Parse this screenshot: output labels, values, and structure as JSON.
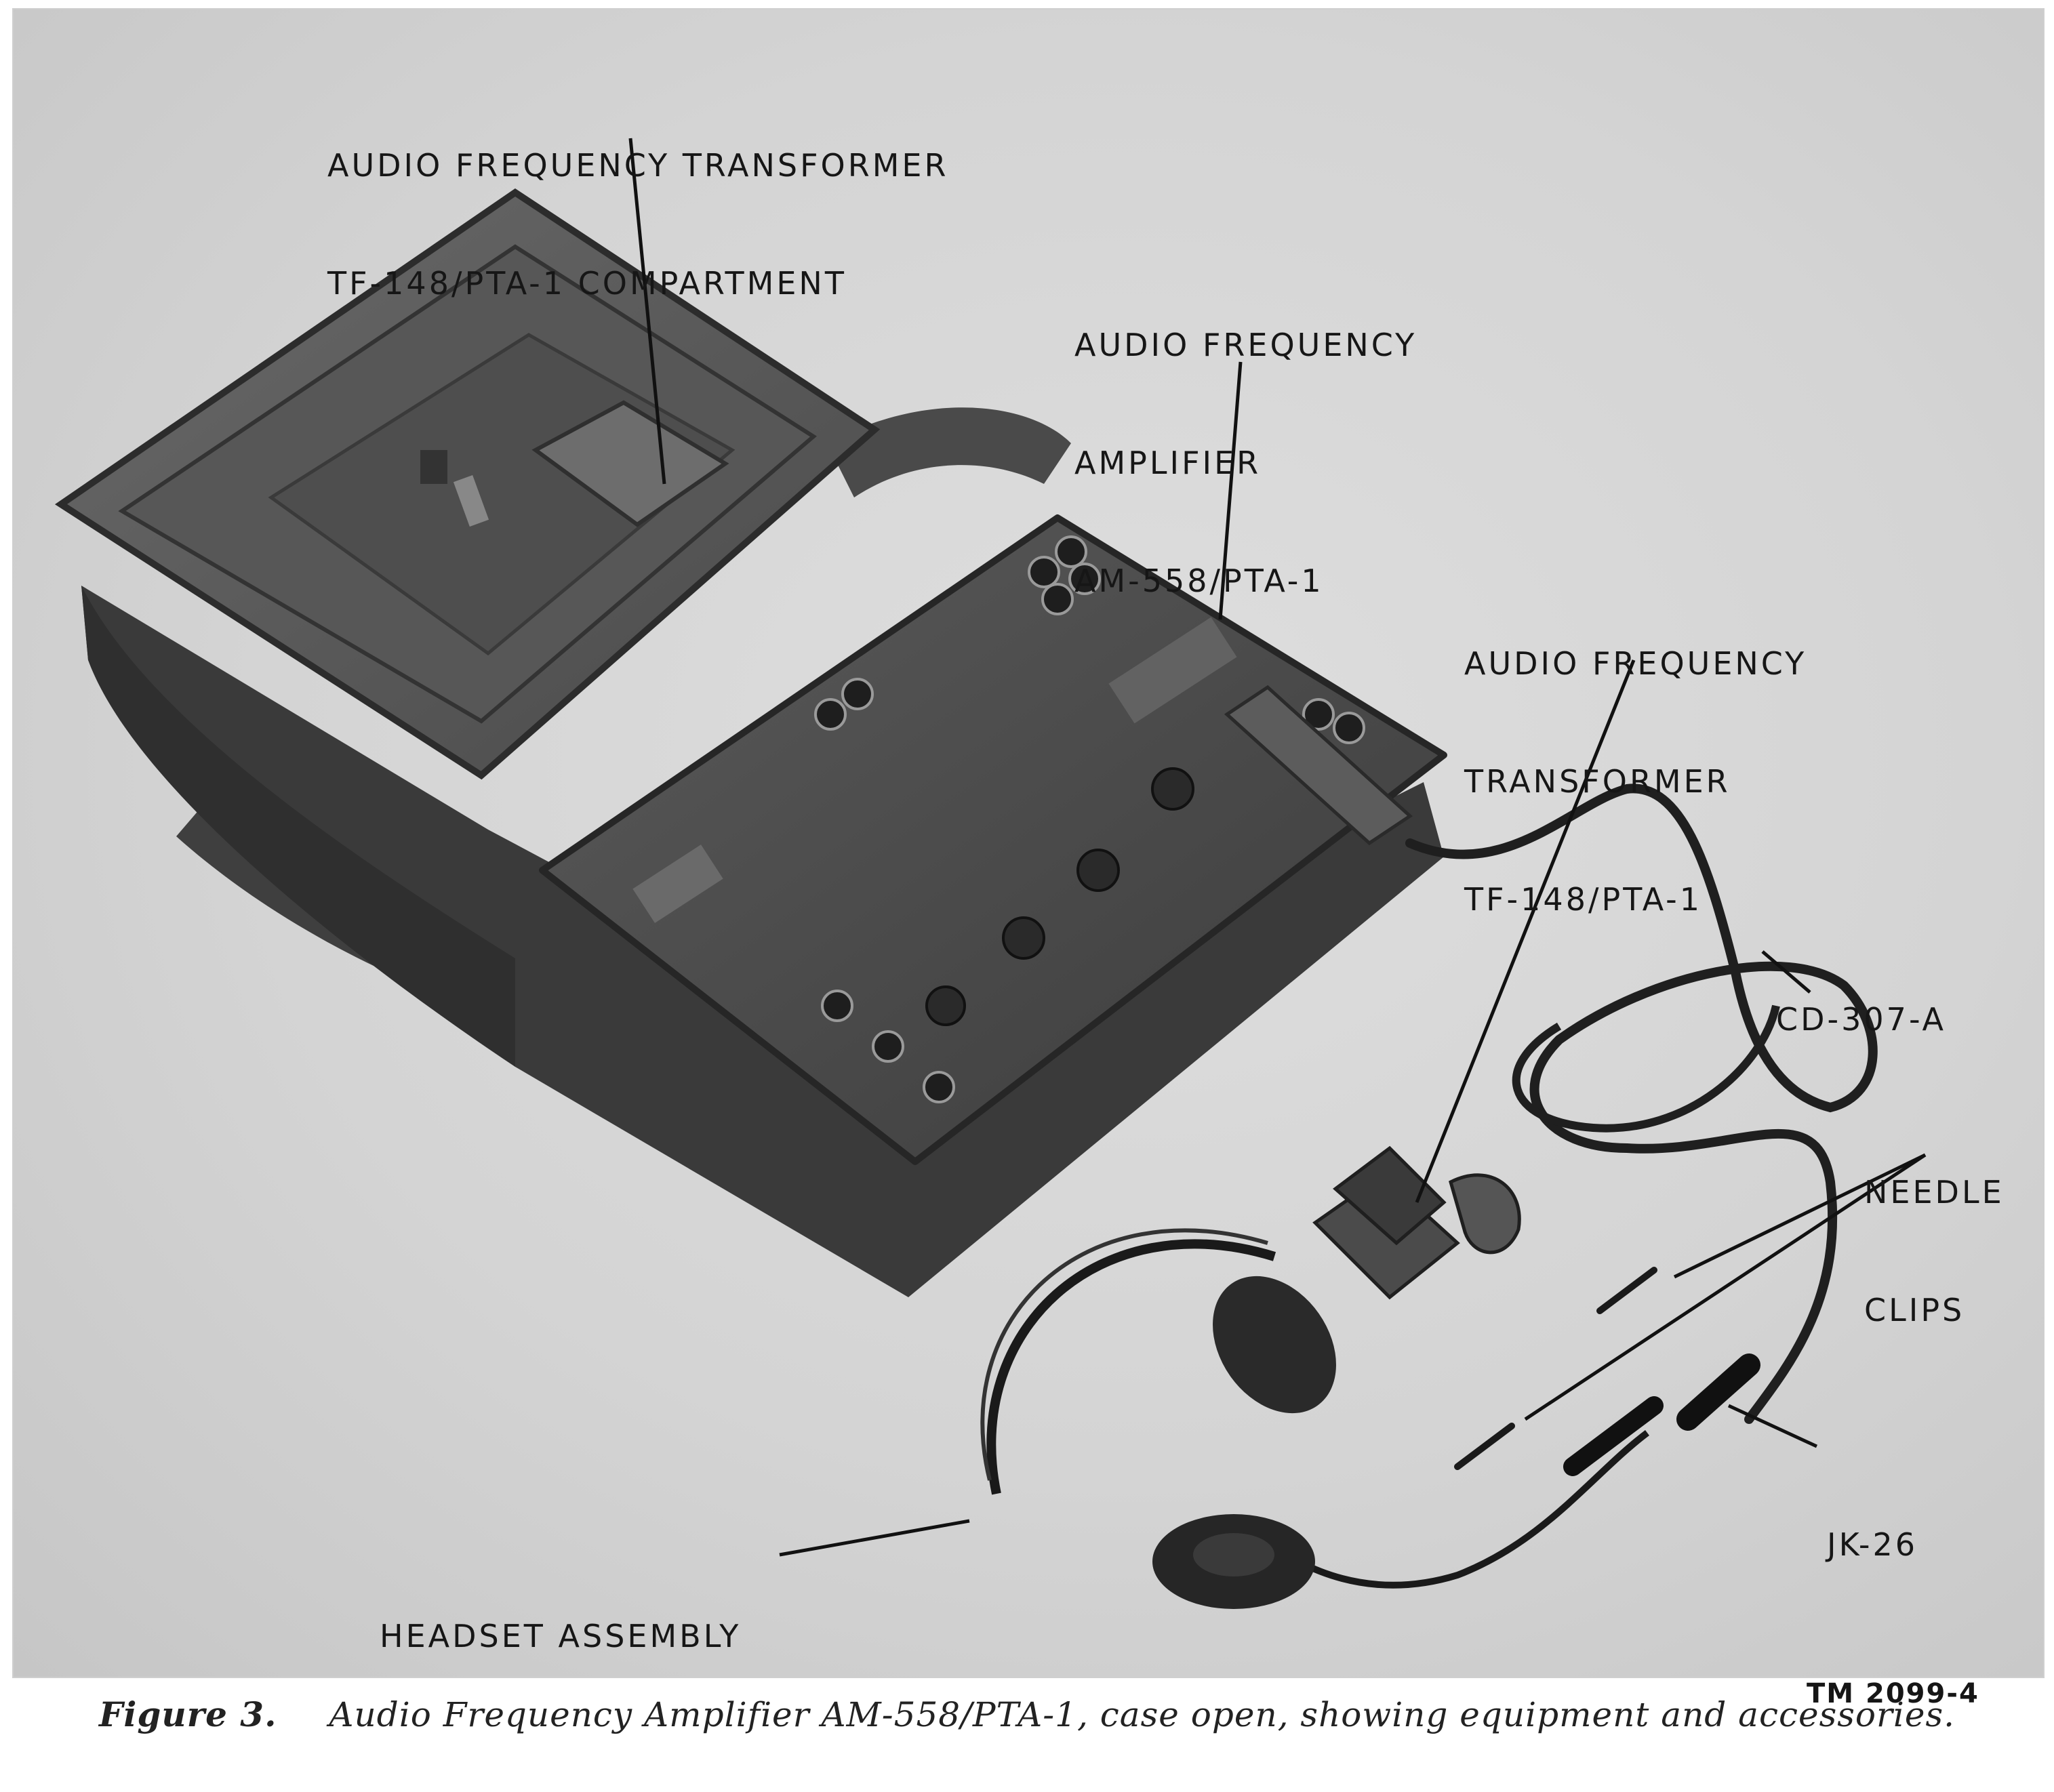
{
  "labels": {
    "tf148_compartment": {
      "line1": "AUDIO FREQUENCY TRANSFORMER",
      "line2": "TF-148/PTA-1 COMPARTMENT"
    },
    "amplifier": {
      "line1": "AUDIO FREQUENCY",
      "line2": "AMPLIFIER",
      "line3": "AM-558/PTA-1"
    },
    "transformer": {
      "line1": "AUDIO FREQUENCY",
      "line2": "TRANSFORMER",
      "line3": "TF-148/PTA-1"
    },
    "cord": "CD-307-A",
    "needle_clips": {
      "line1": "NEEDLE",
      "line2": "CLIPS"
    },
    "jack": "JK-26",
    "headset": "HEADSET ASSEMBLY",
    "figure_code": "TM 2099-4"
  },
  "caption": {
    "figure": "Figure 3.",
    "text": "Audio Frequency Amplifier AM-558/PTA-1, case open, showing equipment and accessories."
  }
}
